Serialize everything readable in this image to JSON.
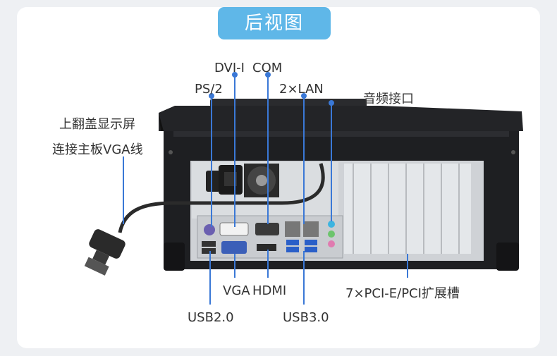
{
  "title": "后视图",
  "labels": {
    "dvi": "DVI-I",
    "com": "COM",
    "ps2": "PS/2",
    "lan": "2×LAN",
    "audio": "音频接口",
    "flip_line1": "上翻盖显示屏",
    "flip_line2": "连接主板VGA线",
    "vga": "VGA",
    "hdmi": "HDMI",
    "pci": "7×PCI-E/PCI扩展槽",
    "usb2": "USB2.0",
    "usb3": "USB3.0"
  },
  "colors": {
    "accent": "#5fb7e8",
    "callout": "#3a78d6",
    "chassis": "#1e1f22"
  }
}
